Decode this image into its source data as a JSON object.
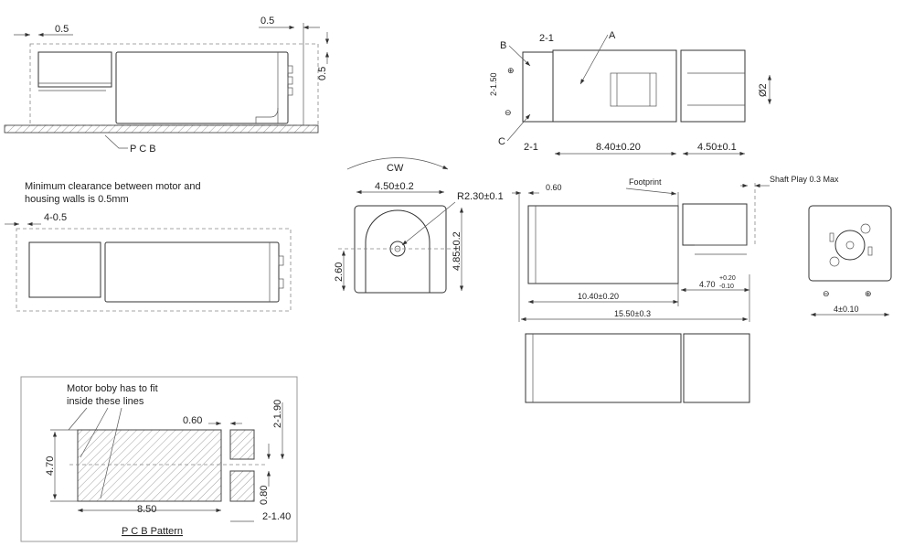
{
  "side_clearance_view": {
    "dim_left": "0.5",
    "dim_right": "0.5",
    "dim_top": "0.5",
    "pcb_label": "P C B"
  },
  "clearance_note": {
    "line1": "Minimum clearance between motor and",
    "line2": "housing walls is 0.5mm"
  },
  "top_clearance_view": {
    "dim": "4-0.5"
  },
  "pcb_pattern": {
    "note_line1": "Motor boby has to fit",
    "note_line2": "inside these lines",
    "dim_gap": "0.60",
    "dim_pad_height": "2-1.90",
    "dim_height": "4.70",
    "dim_pad_gap": "0.80",
    "dim_length": "8.50",
    "dim_pad_width": "2-1.40",
    "title": "P C B Pattern"
  },
  "front_view": {
    "rotation": "CW",
    "dim_width": "4.50±0.2",
    "dim_radius": "R2.30±0.1",
    "dim_center": "2.60",
    "dim_height": "4.85±0.2"
  },
  "top_view": {
    "label_a": "A",
    "label_b": "B",
    "label_c": "C",
    "dim_terminal_top": "2-1",
    "dim_terminal_bottom": "2-1",
    "dim_terminal_pitch": "2-1.50",
    "dim_body": "8.40±0.20",
    "dim_shaft_block": "4.50±0.1",
    "dim_shaft_dia": "Ø2",
    "plus_symbol": "⊕",
    "minus_symbol": "⊖"
  },
  "side_view": {
    "dim_offset": "0.60",
    "footprint_label": "Footprint",
    "shaft_play": "Shaft Play 0.3 Max",
    "dim_footprint": "10.40±0.20",
    "dim_shaft_nominal": "4.70",
    "dim_shaft_tol_plus": "+0.20",
    "dim_shaft_tol_minus": "-0.10",
    "dim_total": "15.50±0.3"
  },
  "end_view": {
    "dim_width": "4±0.10",
    "minus_symbol": "⊖",
    "plus_symbol": "⊕"
  }
}
